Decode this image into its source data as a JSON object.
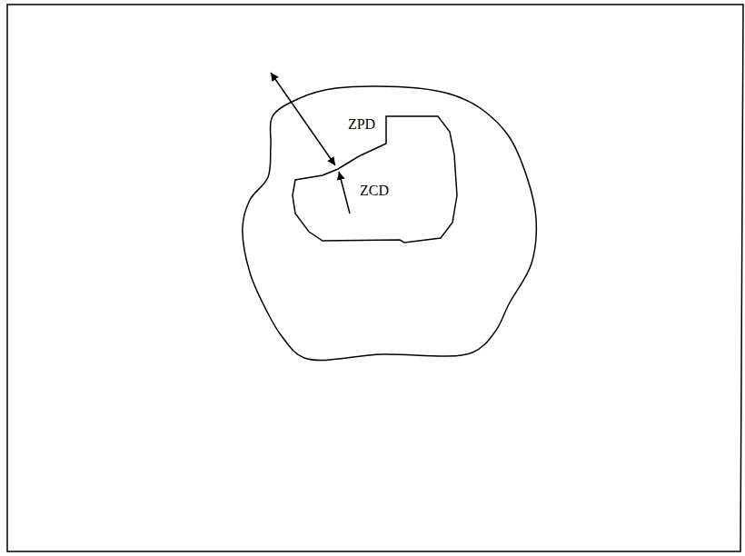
{
  "diagram": {
    "nodes": [
      {
        "text": [
          "ZPD"
        ]
      },
      {
        "text": [
          "ZCD"
        ],
        "in": 0
      }
    ]
  }
}
